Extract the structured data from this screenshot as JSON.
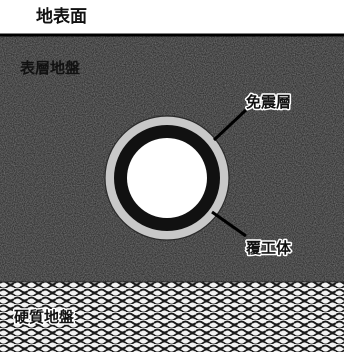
{
  "labels": {
    "ground_surface": "地表面",
    "surface_layer": "表層地盤",
    "isolation_layer": "免震層",
    "covering": "覆工体",
    "hard_ground": "硬質地盤"
  },
  "colors": {
    "surface_layer_fill": "#6e6e6e",
    "hard_ground_fill": "#bdbdbd",
    "isolation_layer_fill": "#c8c8c8",
    "covering_fill": "#111111",
    "cavity_fill": "#ffffff",
    "line_color": "#000000"
  }
}
